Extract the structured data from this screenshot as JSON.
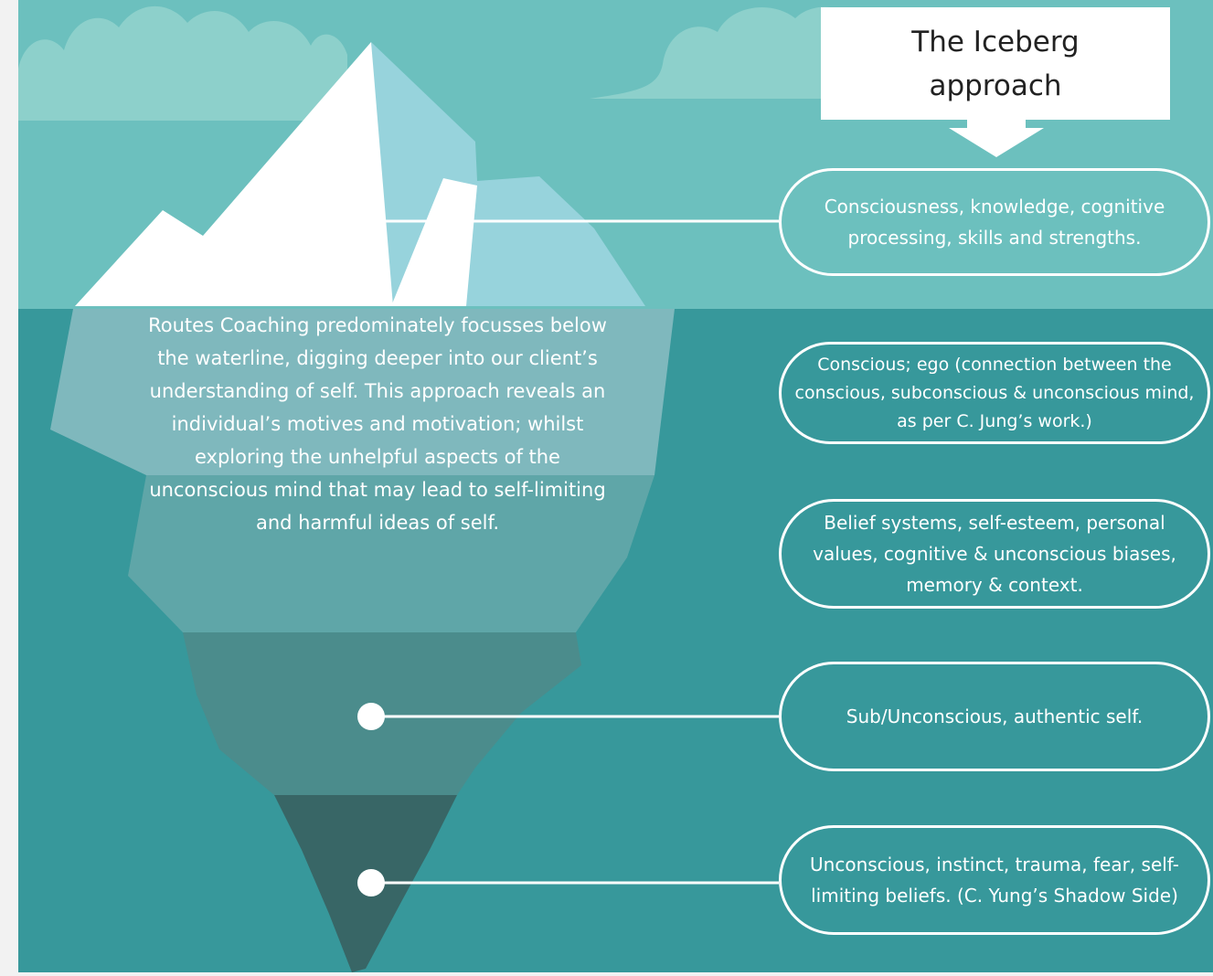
{
  "title": "The Iceberg approach",
  "description": "Routes Coaching predominately focusses below the waterline, digging deeper into our client’s understanding of self.  This approach reveals an individual’s motives and motivation; whilst exploring the unhelpful aspects of the unconscious mind that may lead to self-limiting and harmful ideas of self.",
  "layers": [
    {
      "text": "Consciousness, knowledge, cognitive processing, skills and strengths."
    },
    {
      "text": "Conscious; ego (connection between the conscious, subconscious & unconscious mind, as per C. Jung’s work.)"
    },
    {
      "text": "Belief systems, self-esteem, personal values, cognitive & unconscious biases, memory & context."
    },
    {
      "text": "Sub/Unconscious, authentic self."
    },
    {
      "text": "Unconscious, instinct, trauma, fear, self-limiting beliefs. (C. Yung’s Shadow Side)"
    }
  ],
  "colors": {
    "sky": "#6cc0be",
    "cloud": "#8dd0cb",
    "sea": "#37989b",
    "ice_tip": "#ffffff",
    "ice_shadow": "#97d3dc",
    "band_1": "#7fb8bd",
    "band_2": "#5fa6a8",
    "band_3": "#4b8c8c",
    "band_4": "#386666",
    "connector": "#ffffff"
  }
}
